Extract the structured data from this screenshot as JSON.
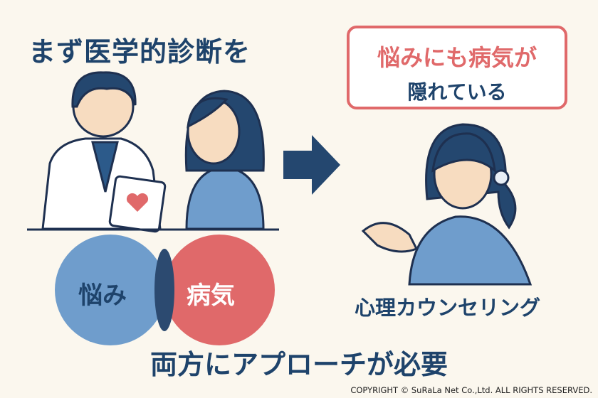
{
  "title": "まず医学的診断を",
  "callout": {
    "line1": "悩みにも病気が",
    "line2": "隠れている"
  },
  "venn": {
    "left": "悩み",
    "right": "病気",
    "left_color": "#6f9dcc",
    "right_color": "#e0696a"
  },
  "counseling_label": "心理カウンセリング",
  "bottom_text": "両方にアプローチが必要",
  "copyright": "COPYRIGHT © SuRaLa Net Co.,Ltd. ALL RIGHTS RESERVED."
}
